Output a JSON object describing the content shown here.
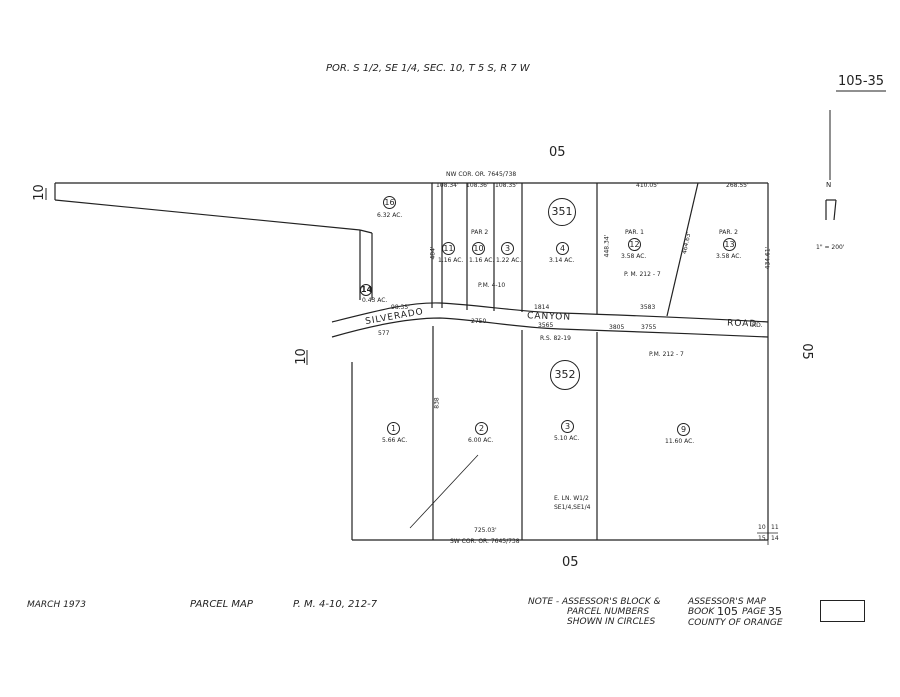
{
  "header": {
    "title": "POR. S 1/2, SE 1/4, SEC. 10, T 5 S, R 7 W",
    "map_number": "105-35",
    "scale": "1\" = 200'"
  },
  "edges": {
    "top_05": "05",
    "bottom_05": "05",
    "right_05": "05",
    "left_10_top": "10",
    "left_10_mid": "10",
    "sec_corner": [
      "10",
      "11",
      "15",
      "14"
    ]
  },
  "blocks": {
    "b351": "351",
    "b352": "352"
  },
  "parcels": [
    {
      "num": "16",
      "acres": "6.32 AC."
    },
    {
      "num": "14",
      "acres": "0.43 AC."
    },
    {
      "num": "11",
      "acres": "1.16 AC."
    },
    {
      "num": "10",
      "acres": "1.16 AC."
    },
    {
      "num": "3",
      "acres": "1.22 AC."
    },
    {
      "num": "4",
      "acres": "3.14 AC."
    },
    {
      "num": "12",
      "acres": "3.58 AC."
    },
    {
      "num": "13",
      "acres": "3.58 AC."
    },
    {
      "num": "1",
      "acres": "5.66 AC."
    },
    {
      "num": "2",
      "acres": "6.00 AC."
    },
    {
      "num": "3",
      "acres": "5.10 AC."
    },
    {
      "num": "9",
      "acres": "11.60 AC."
    }
  ],
  "labels": {
    "nw_cor": "NW COR. OR. 7645/738",
    "sw_cor": "SW COR. OR. 7645/738",
    "par2_a": "PAR 2",
    "par1": "PAR. 1",
    "par2_b": "PAR. 2",
    "pm_410": "P.M. 4-10",
    "pm_2127_top": "P. M.   212 - 7",
    "pm_2127_bottom": "P.M. 212 - 7",
    "rs": "R.S. 82-19",
    "e_ln": "E. LN. W1/2",
    "e_ln2": "SE1/4,SE1/4",
    "road_silverado": "SILVERADO",
    "road_canyon": "CANYON",
    "road_road": "ROAD",
    "road_rd": "RD."
  },
  "dims": {
    "d1": "108.34'",
    "d2": "108.36'",
    "d3": "108.35'",
    "d4": "410.05'",
    "d5": "268.55'",
    "d6": "448.34'",
    "d7": "464.63'",
    "d8": "434.61'",
    "d9": "725.03'",
    "d10": "838",
    "d11": "484'",
    "d12": "577",
    "d13": "98.35'",
    "d14": "3565",
    "d15": "3805",
    "d16": "2750",
    "d17": "3755",
    "d18": "1814",
    "d19": "3583"
  },
  "footer": {
    "date": "MARCH 1973",
    "map_type": "PARCEL MAP",
    "pm_ref": "P. M. 4-10, 212-7",
    "note_line1": "NOTE - ASSESSOR'S BLOCK &",
    "note_line2": "PARCEL NUMBERS",
    "note_line3": "SHOWN IN CIRCLES",
    "assessor_line1": "ASSESSOR'S MAP",
    "assessor_book_label": "BOOK",
    "assessor_book": "105",
    "assessor_page_label": "PAGE",
    "assessor_page": "35",
    "assessor_line3": "COUNTY OF ORANGE"
  }
}
